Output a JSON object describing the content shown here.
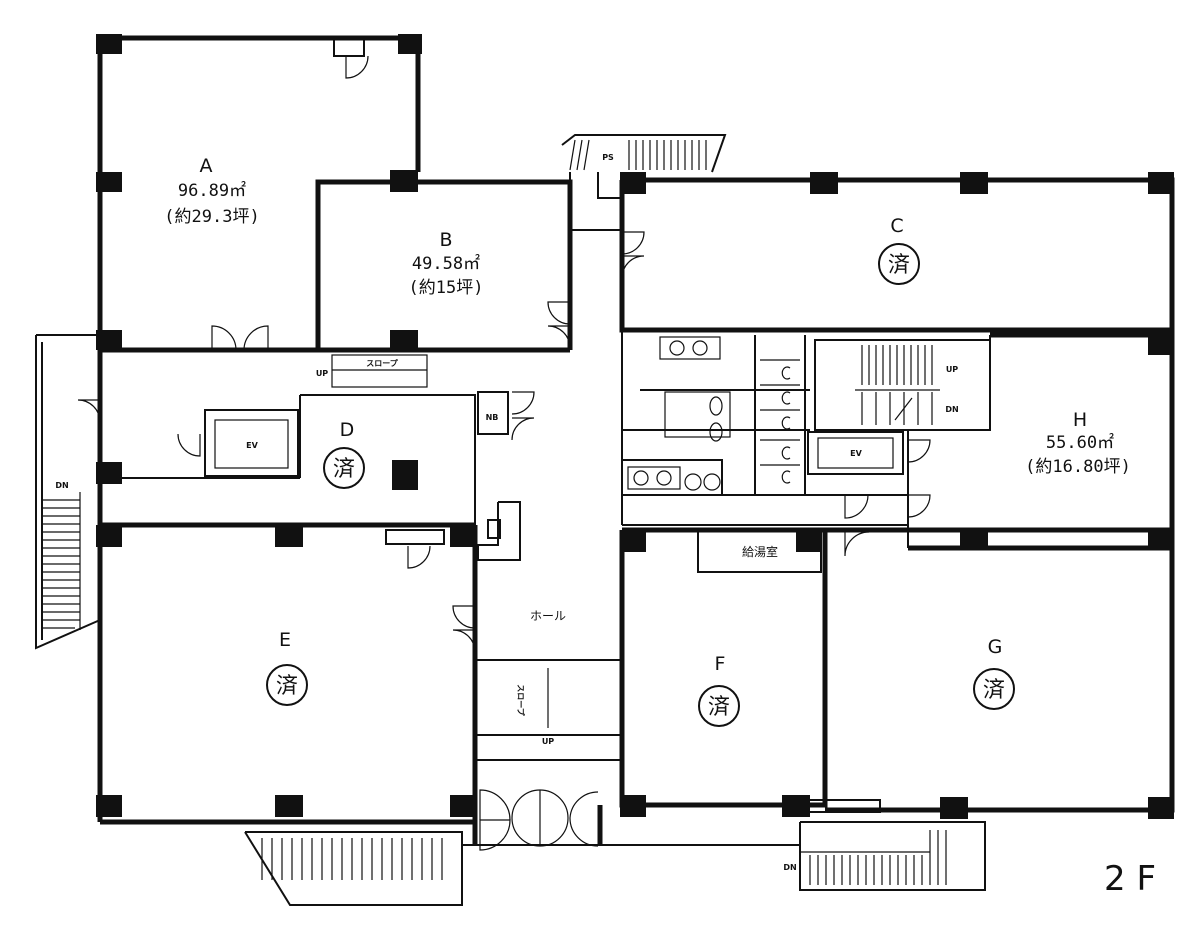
{
  "floor_label": "2 F",
  "rooms": {
    "A": {
      "label": "A",
      "area": "96.89㎡",
      "tsubo": "(約29.3坪)"
    },
    "B": {
      "label": "B",
      "area": "49.58㎡",
      "tsubo": "(約15坪)"
    },
    "C": {
      "label": "C",
      "stamp": "済"
    },
    "D": {
      "label": "D",
      "stamp": "済"
    },
    "E": {
      "label": "E",
      "stamp": "済"
    },
    "F": {
      "label": "F",
      "stamp": "済"
    },
    "G": {
      "label": "G",
      "stamp": "済"
    },
    "H": {
      "label": "H",
      "area": "55.60㎡",
      "tsubo": "(約16.80坪)"
    }
  },
  "labels": {
    "hall": "ホール",
    "kitchenette": "給湯室",
    "ev": "EV",
    "slope": "スロープ",
    "up": "UP",
    "dn": "DN",
    "ps": "PS",
    "nb": "NB"
  }
}
